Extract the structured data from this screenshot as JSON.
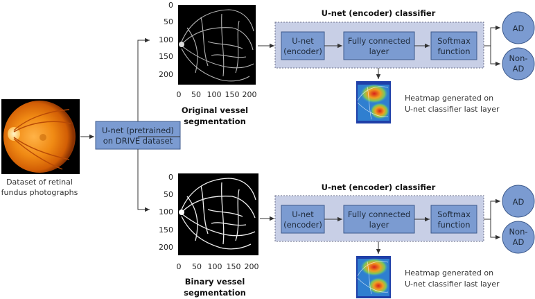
{
  "input": {
    "caption_line1": "Dataset of retinal",
    "caption_line2": "fundus photographs"
  },
  "pretrained": {
    "line1": "U-net (pretrained)",
    "line2": "on DRIVE dataset"
  },
  "top_branch": {
    "image_caption_line1": "Original vessel",
    "image_caption_line2": "segmentation",
    "y_ticks": [
      "0",
      "50",
      "100",
      "150",
      "200"
    ],
    "x_ticks": [
      "0",
      "50",
      "100",
      "150",
      "200"
    ],
    "classifier_title": "U-net (encoder) classifier",
    "encoder_line1": "U-net",
    "encoder_line2": "(encoder)",
    "fc_line1": "Fully connected",
    "fc_line2": "layer",
    "softmax_line1": "Softmax",
    "softmax_line2": "function",
    "out_ad": "AD",
    "out_nonad_line1": "Non-",
    "out_nonad_line2": "AD",
    "heatmap_line1": "Heatmap generated on",
    "heatmap_line2": "U-net classifier last layer"
  },
  "bottom_branch": {
    "image_caption_line1": "Binary vessel",
    "image_caption_line2": "segmentation",
    "y_ticks": [
      "0",
      "50",
      "100",
      "150",
      "200"
    ],
    "x_ticks": [
      "0",
      "50",
      "100",
      "150",
      "200"
    ],
    "classifier_title": "U-net (encoder) classifier",
    "encoder_line1": "U-net",
    "encoder_line2": "(encoder)",
    "fc_line1": "Fully connected",
    "fc_line2": "layer",
    "softmax_line1": "Softmax",
    "softmax_line2": "function",
    "out_ad": "AD",
    "out_nonad_line1": "Non-",
    "out_nonad_line2": "AD",
    "heatmap_line1": "Heatmap generated on",
    "heatmap_line2": "U-net classifier last layer"
  },
  "colors": {
    "box_fill": "#7b9bd1",
    "box_stroke": "#3d5a8c",
    "classifier_bg": "#c8cfe6",
    "fundus": "#e8820c"
  }
}
